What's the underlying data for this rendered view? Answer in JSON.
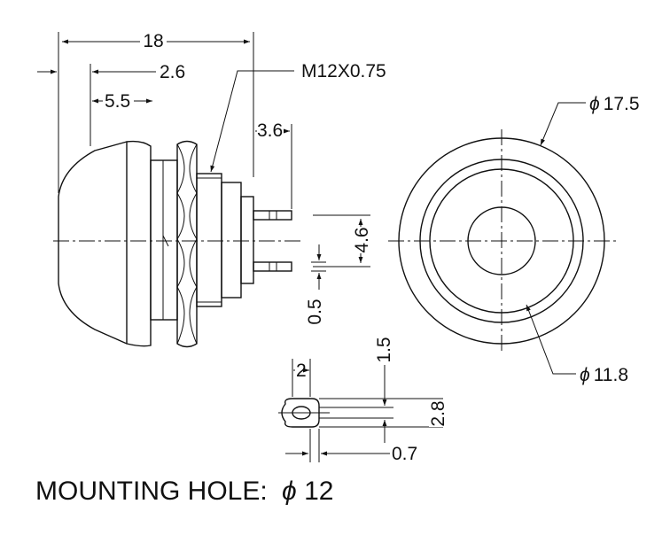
{
  "dimensions": {
    "length_18": "18",
    "length_2_6": "2.6",
    "length_5_5": "5.5",
    "length_3_6": "3.6",
    "thread": "M12X0.75",
    "pin_pitch_4_6": "4.6",
    "pin_width_0_5": "0.5",
    "outer_dia": "17.5",
    "inner_dia": "11.8",
    "slot_2": "2",
    "slot_1_5": "1.5",
    "slot_2_8": "2.8",
    "slot_0_7": "0.7"
  },
  "phi_symbol": "ϕ",
  "caption": {
    "label": "MOUNTING HOLE:",
    "symbol": "ϕ",
    "value": "12"
  }
}
